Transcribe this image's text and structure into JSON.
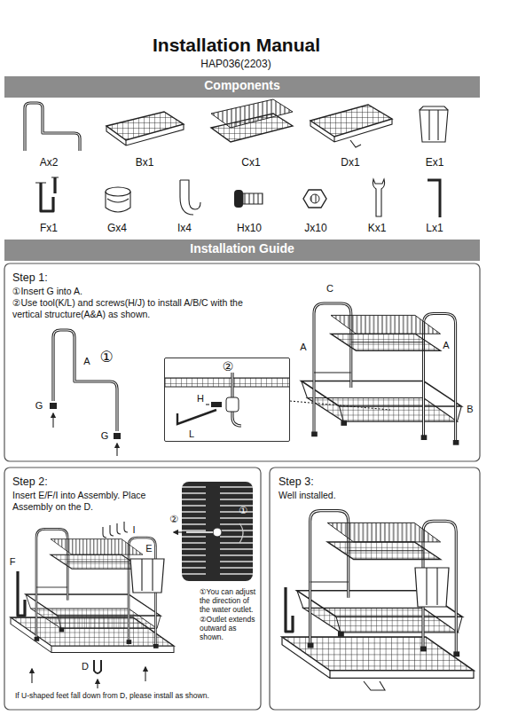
{
  "diagram": {
    "title": "Installation Manual",
    "nodes": [
      {
        "text": [
          "Components"
        ]
      },
      {
        "text": [
          "Installation Guide"
        ]
      },
      {
        "text": [
          "Step 1:",
          "①Insert G into A.",
          "②Use tool(K/L) and screws(H/J) to install A/B/C with the vertical structure(A&A) as shown."
        ]
      },
      {
        "text": [
          "②"
        ],
        "in": 2
      },
      {
        "text": [
          "Step 2:",
          "Insert E/F/I into Assembly. Place Assembly on the D.",
          "①You can adjust the direction of the water outlet. ②Outlet extends outward as shown.",
          "If U-shaped feet fall down from D, please install as shown."
        ]
      },
      {
        "text": [
          "Step 3:",
          "Well installed."
        ]
      }
    ],
    "edges": [],
    "labels": [
      "HAP036(2203)",
      "Ax2",
      "Bx1",
      "Cx1",
      "Dx1",
      "Ex1",
      "Fx1",
      "Gx4",
      "Ix4",
      "Hx10",
      "Jx10",
      "Kx1",
      "Lx1",
      "A",
      "①",
      "G",
      "G",
      "C",
      "A",
      "A",
      "B",
      "H",
      "L",
      "I",
      "E",
      "F",
      "D",
      "②",
      "①"
    ]
  }
}
